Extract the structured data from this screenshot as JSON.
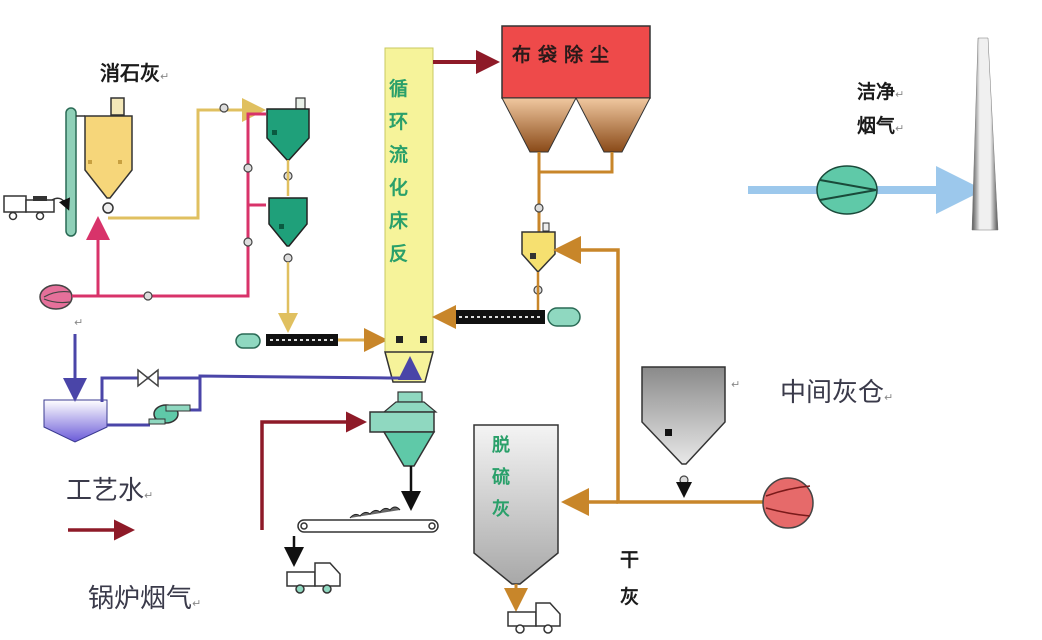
{
  "diagram": {
    "title": "循环流化床半干法烟气脱硫工艺流程",
    "labels": {
      "slaked_lime": "消石灰",
      "bag_filter": "布袋除尘",
      "clean_flue_gas_line1": "洁净",
      "clean_flue_gas_line2": "烟气",
      "cfb_ash": [
        "循",
        "环",
        "流",
        "化",
        "床",
        "反"
      ],
      "process_water": "工艺水",
      "boiler_flue_gas": "锅炉烟气",
      "intermediate_ash_silo": "中间灰仓",
      "desulfurization_ash": [
        "脱",
        "硫",
        "灰"
      ],
      "dry_ash_line1": "干",
      "dry_ash_line2": "灰",
      "return_mark": "↵"
    },
    "legend": [
      {
        "item": "process-water",
        "label": "工艺水",
        "color": "#4a45a8"
      },
      {
        "item": "boiler-flue-gas",
        "label": "锅炉烟气",
        "color": "#9b1b2a"
      }
    ],
    "colors": {
      "lime_line": "#e0c060",
      "red_air": "#d8336a",
      "ash_line": "#c8862a",
      "water": "#4a45a8",
      "flue_gas": "#8e1a28",
      "clean_gas": "#9cc8ec",
      "reactor": "#f6f39a",
      "green_equipment": "#5fc9a8",
      "dark_green": "#1a9a72",
      "bag_filter": "#ee4a4a",
      "grey_silo": "#9a9a9a"
    }
  }
}
